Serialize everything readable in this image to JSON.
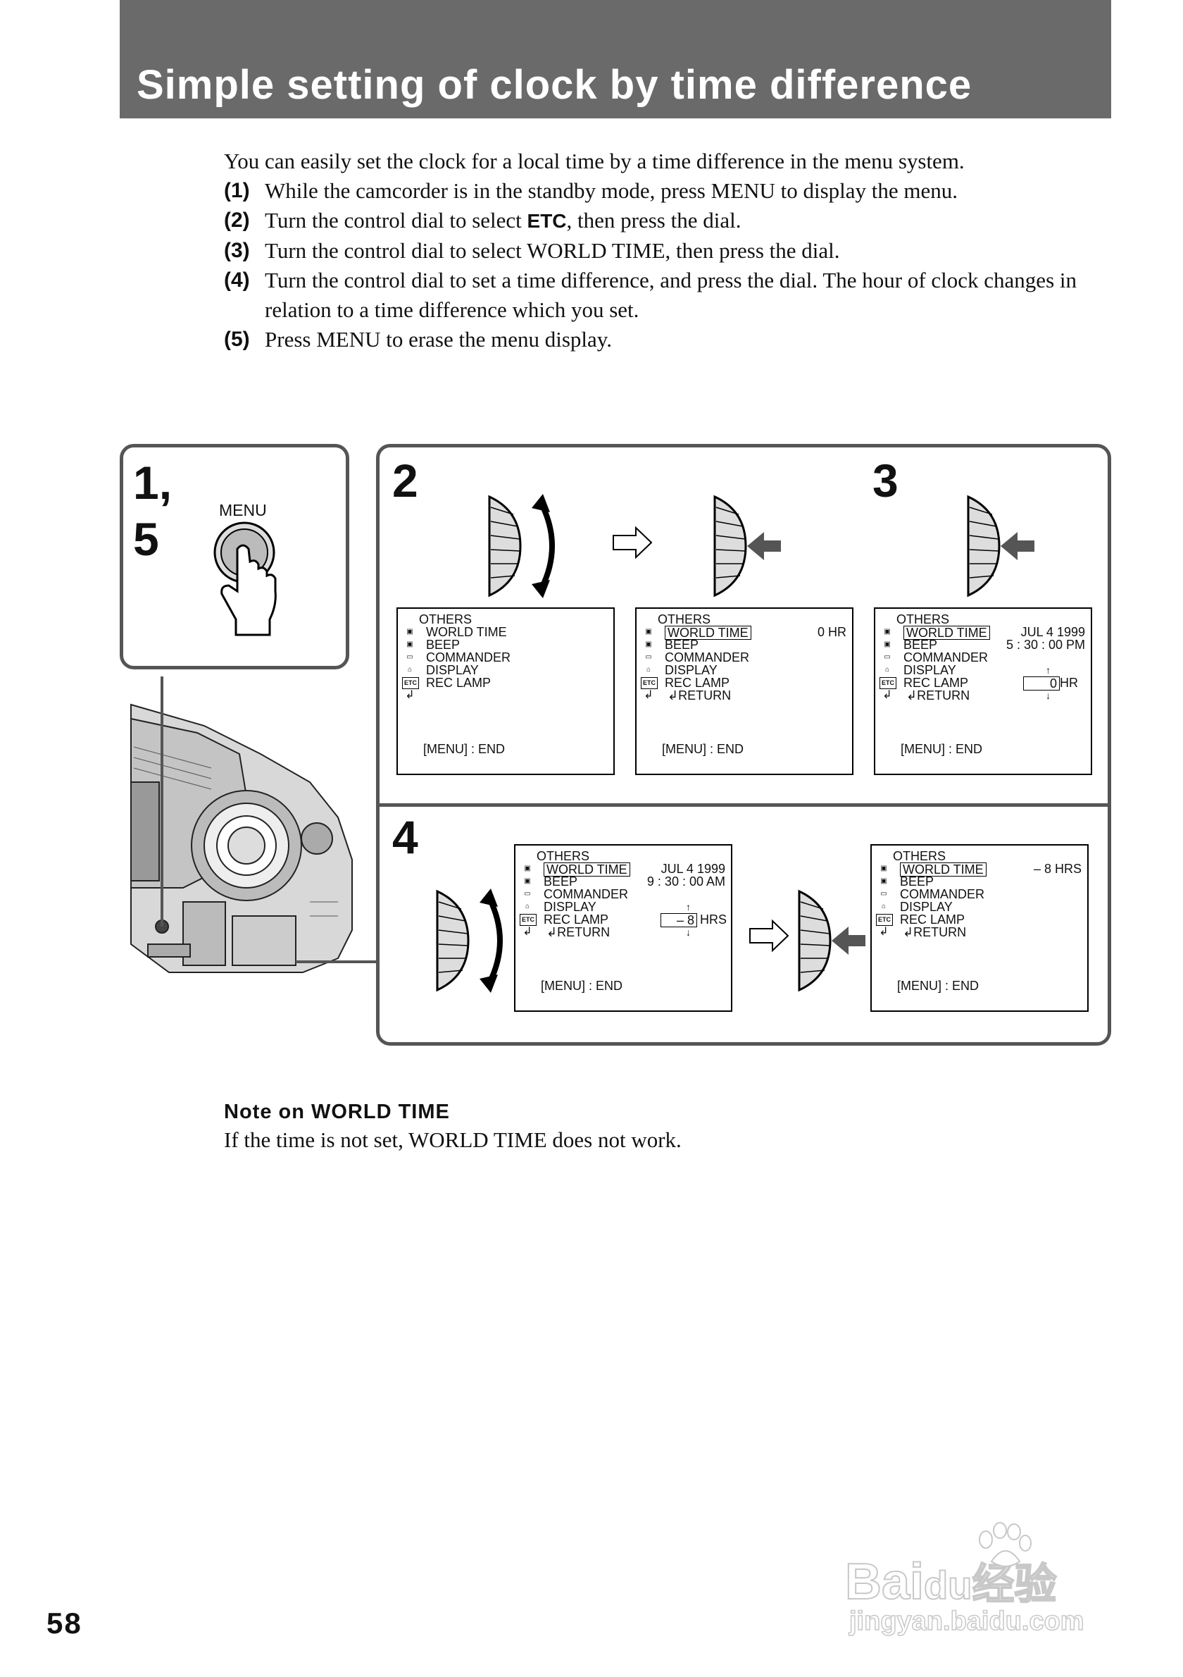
{
  "title": "Simple setting of clock by time difference",
  "intro": "You can easily set the clock for a local time by a time difference in the menu system.",
  "steps": [
    {
      "num": "(1)",
      "text": "While the camcorder is in the standby mode, press MENU to display the menu."
    },
    {
      "num": "(2)",
      "pre": "Turn the control dial to select ",
      "icon": "ETC",
      "post": ", then press the dial."
    },
    {
      "num": "(3)",
      "text": "Turn the control dial to select WORLD TIME, then press the dial."
    },
    {
      "num": "(4)",
      "text": "Turn the control dial to set a time difference, and press the dial. The hour of clock changes in relation to a time difference which you set."
    },
    {
      "num": "(5)",
      "text": "Press MENU to erase the menu display."
    }
  ],
  "figure": {
    "step15_label": "1,\n5",
    "menu_button_label": "MENU",
    "step2_label": "2",
    "step3_label": "3",
    "step4_label": "4",
    "icon_etc": "ETC",
    "screens": [
      {
        "header": "OTHERS",
        "items": [
          "WORLD TIME",
          "BEEP",
          "COMMANDER",
          "DISPLAY",
          "REC  LAMP",
          ""
        ],
        "footer": "[MENU]  : END",
        "selected": false,
        "right1": "",
        "right2": "",
        "value": "",
        "unit": ""
      },
      {
        "header": "OTHERS",
        "items": [
          "WORLD TIME",
          "BEEP",
          "COMMANDER",
          "DISPLAY",
          "REC  LAMP",
          "RETURN"
        ],
        "footer": "[MENU]  : END",
        "selected": true,
        "right1": "0  HR",
        "right2": "",
        "value": "",
        "unit": ""
      },
      {
        "header": "OTHERS",
        "items": [
          "WORLD TIME",
          "BEEP",
          "COMMANDER",
          "DISPLAY",
          "REC  LAMP",
          "RETURN"
        ],
        "footer": "[MENU]  : END",
        "selected": true,
        "right1": "JUL    4   1999",
        "right2": "5 : 30 : 00 PM",
        "value": "0",
        "unit": "HR"
      },
      {
        "header": "OTHERS",
        "items": [
          "WORLD TIME",
          "BEEP",
          "COMMANDER",
          "DISPLAY",
          "REC  LAMP",
          "RETURN"
        ],
        "footer": "[MENU]  : END",
        "selected": true,
        "right1": "JUL    4   1999",
        "right2": "9 : 30 : 00 AM",
        "value": "–  8",
        "unit": "HRS"
      },
      {
        "header": "OTHERS",
        "items": [
          "WORLD TIME",
          "BEEP",
          "COMMANDER",
          "DISPLAY",
          "REC  LAMP",
          "RETURN"
        ],
        "footer": "[MENU]  : END",
        "selected": true,
        "right1": "–  8  HRS",
        "right2": "",
        "value": "",
        "unit": ""
      }
    ]
  },
  "note": {
    "heading": "Note on WORLD TIME",
    "text": "If the time is not set, WORLD TIME does not work."
  },
  "page_number": "58",
  "watermark": {
    "line1": "Bai",
    "line1b": "du",
    "line1c": "经验",
    "line2": "jingyan.baidu.com"
  }
}
